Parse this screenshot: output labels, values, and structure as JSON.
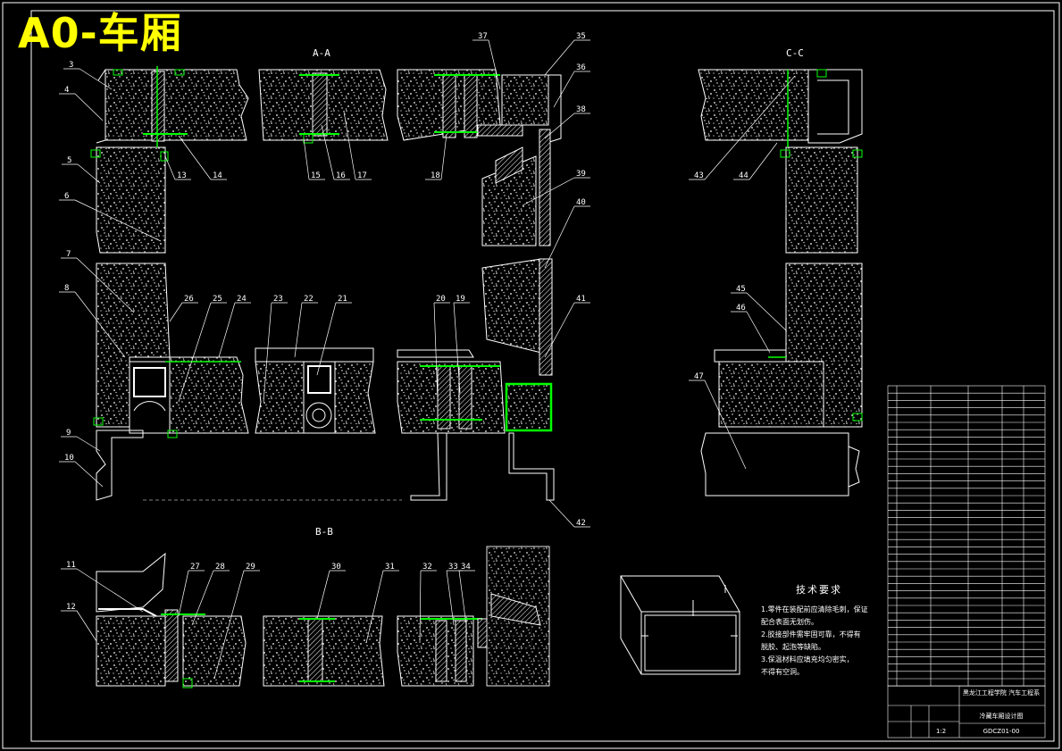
{
  "title_banner": "A0-车厢",
  "section_labels": {
    "aa": "A-A",
    "bb": "B-B",
    "cc": "C-C"
  },
  "balloons": [
    "3",
    "4",
    "5",
    "6",
    "7",
    "8",
    "9",
    "10",
    "11",
    "12",
    "13",
    "14",
    "15",
    "16",
    "17",
    "18",
    "19",
    "20",
    "21",
    "22",
    "23",
    "24",
    "25",
    "26",
    "27",
    "28",
    "29",
    "30",
    "31",
    "32",
    "33",
    "34",
    "35",
    "36",
    "37",
    "38",
    "39",
    "40",
    "41",
    "42",
    "43",
    "44",
    "45",
    "46",
    "47"
  ],
  "technical_requirements": {
    "title": "技术要求",
    "lines": [
      "1.零件在装配前应清除毛刺，保证",
      "配合表面无划伤。",
      "2.胶接部件需牢固可靠，不得有",
      "脱胶、起泡等缺陷。",
      "3.保温材料应填充均匀密实，",
      "不得有空洞。"
    ]
  },
  "title_block": {
    "university": "黑龙江工程学院 汽车工程系",
    "drawing_name": "冷藏车厢设计图",
    "drawing_number": "GDCZ01-00",
    "scale": "1:2"
  },
  "colors": {
    "line": "#ffffff",
    "highlight": "#00ff00",
    "banner": "#ffff00",
    "background": "#000000"
  }
}
